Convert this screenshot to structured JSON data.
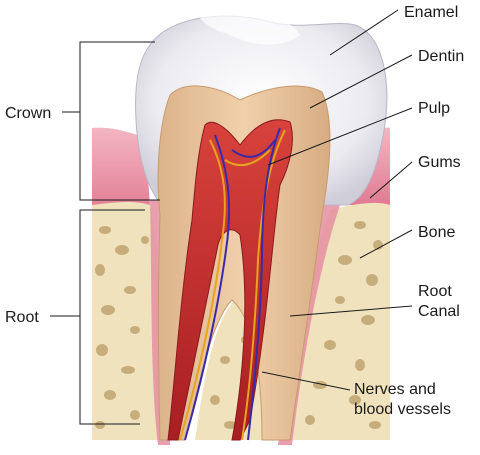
{
  "diagram": {
    "labels": {
      "enamel": "Enamel",
      "dentin": "Dentin",
      "pulp": "Pulp",
      "gums": "Gums",
      "bone": "Bone",
      "root_canal_line1": "Root",
      "root_canal_line2": "Canal",
      "nerves_line1": "Nerves and",
      "nerves_line2": "blood vessels",
      "crown": "Crown",
      "root": "Root"
    },
    "colors": {
      "enamel": "#f1f0f4",
      "dentin": "#e6c29a",
      "pulp": "#c22a2a",
      "gums": "#e58ea0",
      "bone": "#efe2bd",
      "nerve": "#e7a21f",
      "vessel": "#3a2aa8"
    }
  }
}
